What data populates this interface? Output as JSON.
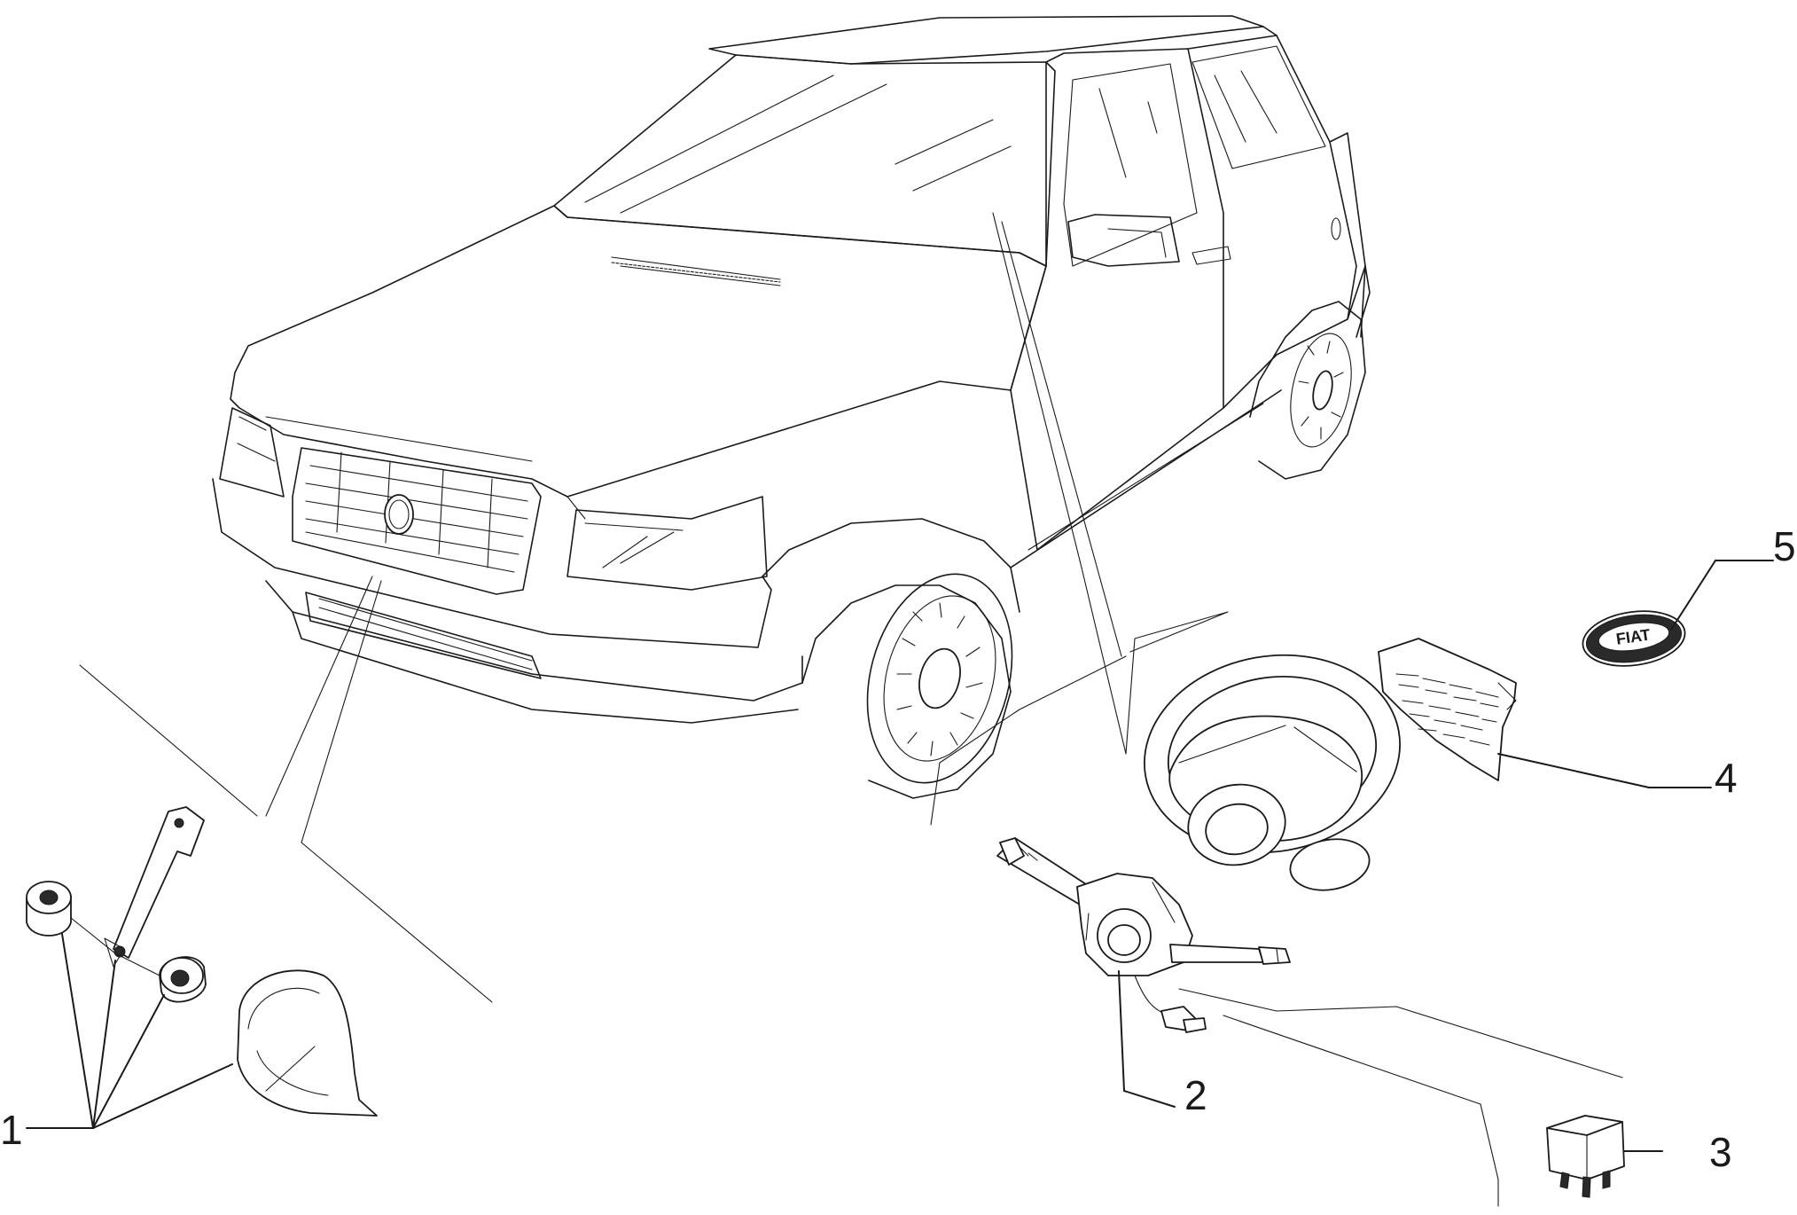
{
  "callouts": [
    {
      "id": "1",
      "label": "1"
    },
    {
      "id": "2",
      "label": "2"
    },
    {
      "id": "3",
      "label": "3"
    },
    {
      "id": "4",
      "label": "4"
    },
    {
      "id": "5",
      "label": "5"
    }
  ],
  "emblem": {
    "text": "FIAT"
  }
}
